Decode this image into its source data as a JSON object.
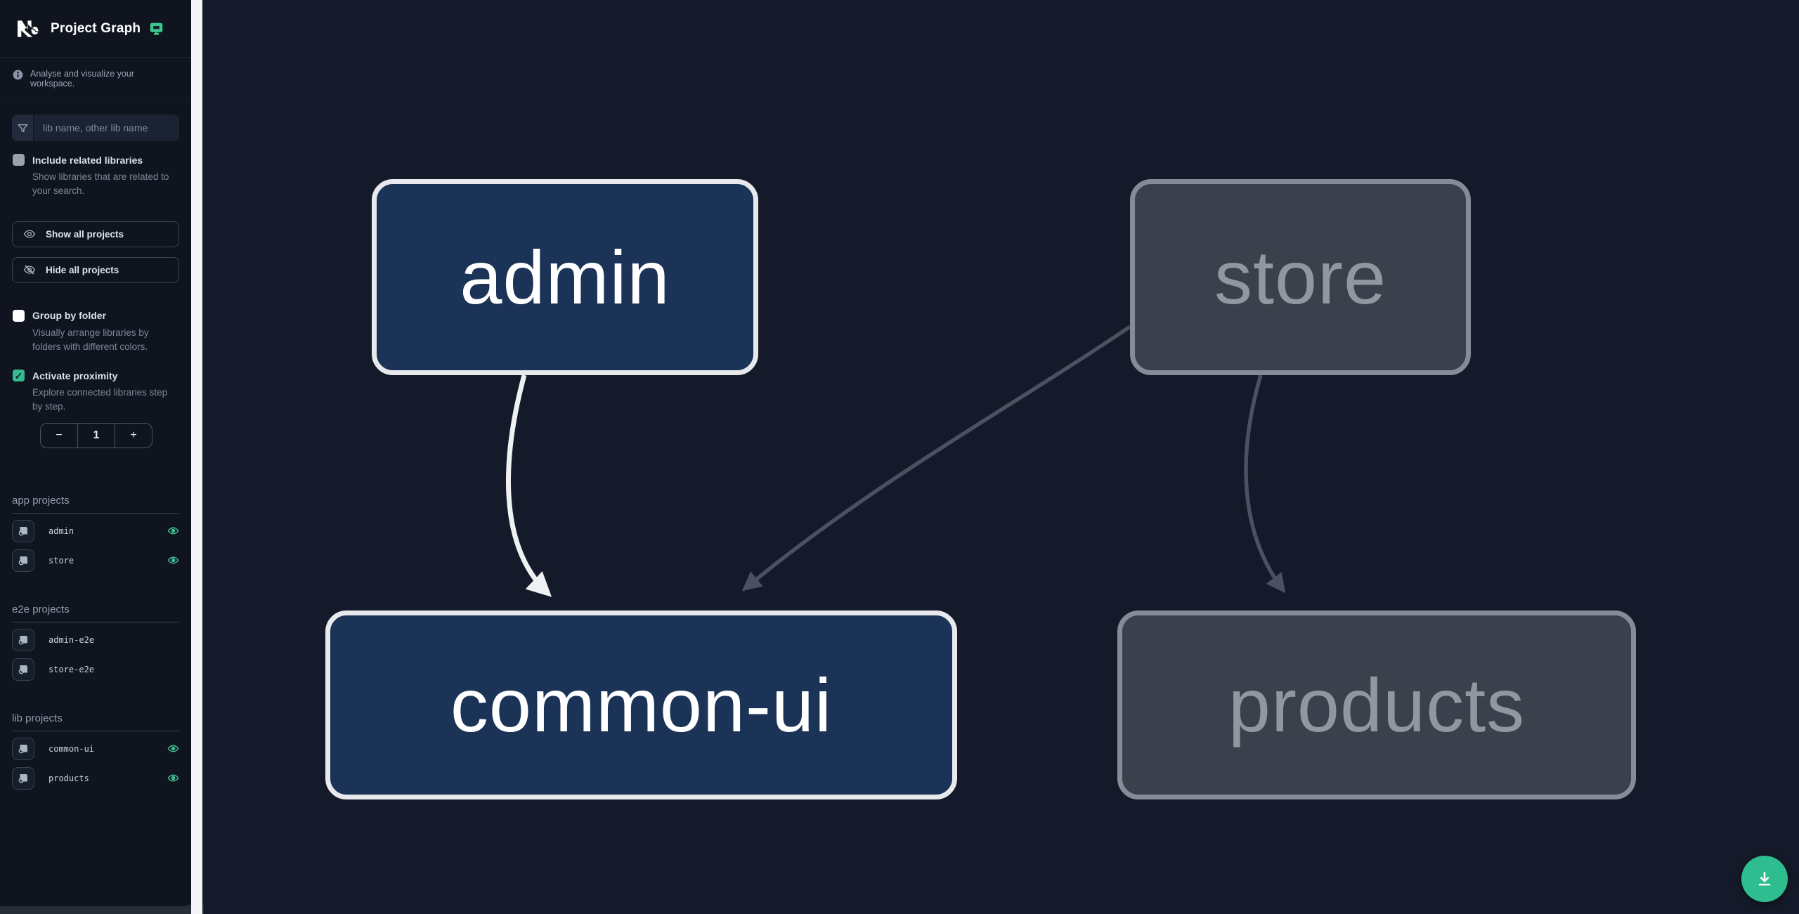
{
  "header": {
    "title": "Project Graph",
    "subtitle": "Analyse and visualize your workspace."
  },
  "search": {
    "placeholder": "lib name, other lib name"
  },
  "options": {
    "include_related": {
      "label": "Include related libraries",
      "description": "Show libraries that are related to your search.",
      "checked": false
    },
    "show_all_label": "Show all projects",
    "hide_all_label": "Hide all projects",
    "group_by_folder": {
      "label": "Group by folder",
      "description": "Visually arrange libraries by folders with different colors.",
      "checked": false
    },
    "activate_proximity": {
      "label": "Activate proximity",
      "description": "Explore connected libraries step by step.",
      "checked": true
    },
    "proximity": {
      "minus": "−",
      "value": "1",
      "plus": "+"
    }
  },
  "project_sections": [
    {
      "title": "app projects",
      "items": [
        {
          "name": "admin",
          "eye_visible": true
        },
        {
          "name": "store",
          "eye_visible": true
        }
      ]
    },
    {
      "title": "e2e projects",
      "items": [
        {
          "name": "admin-e2e",
          "eye_visible": false
        },
        {
          "name": "store-e2e",
          "eye_visible": false
        }
      ]
    },
    {
      "title": "lib projects",
      "items": [
        {
          "name": "common-ui",
          "eye_visible": true
        },
        {
          "name": "products",
          "eye_visible": true
        }
      ]
    }
  ],
  "graph": {
    "nodes": [
      {
        "id": "admin",
        "label": "admin",
        "state": "highlighted"
      },
      {
        "id": "store",
        "label": "store",
        "state": "muted"
      },
      {
        "id": "common-ui",
        "label": "common-ui",
        "state": "highlighted"
      },
      {
        "id": "products",
        "label": "products",
        "state": "muted"
      }
    ],
    "edges": [
      {
        "from": "admin",
        "to": "common-ui",
        "highlighted": true
      },
      {
        "from": "store",
        "to": "common-ui",
        "highlighted": false
      },
      {
        "from": "store",
        "to": "products",
        "highlighted": false
      }
    ]
  },
  "colors": {
    "accent_teal": "#2ebd8f",
    "eye_teal": "#40c593",
    "sidebar_bg": "#0f141f",
    "canvas_bg": "#141a29",
    "node_highlight_fill": "#1b3356",
    "node_highlight_border": "#e7e9ec",
    "node_muted_fill": "#3b404c",
    "node_muted_border": "#858c98",
    "edge_highlight": "#eef0f2",
    "edge_muted": "#4a5161",
    "resizer": "#f3f4f6"
  }
}
